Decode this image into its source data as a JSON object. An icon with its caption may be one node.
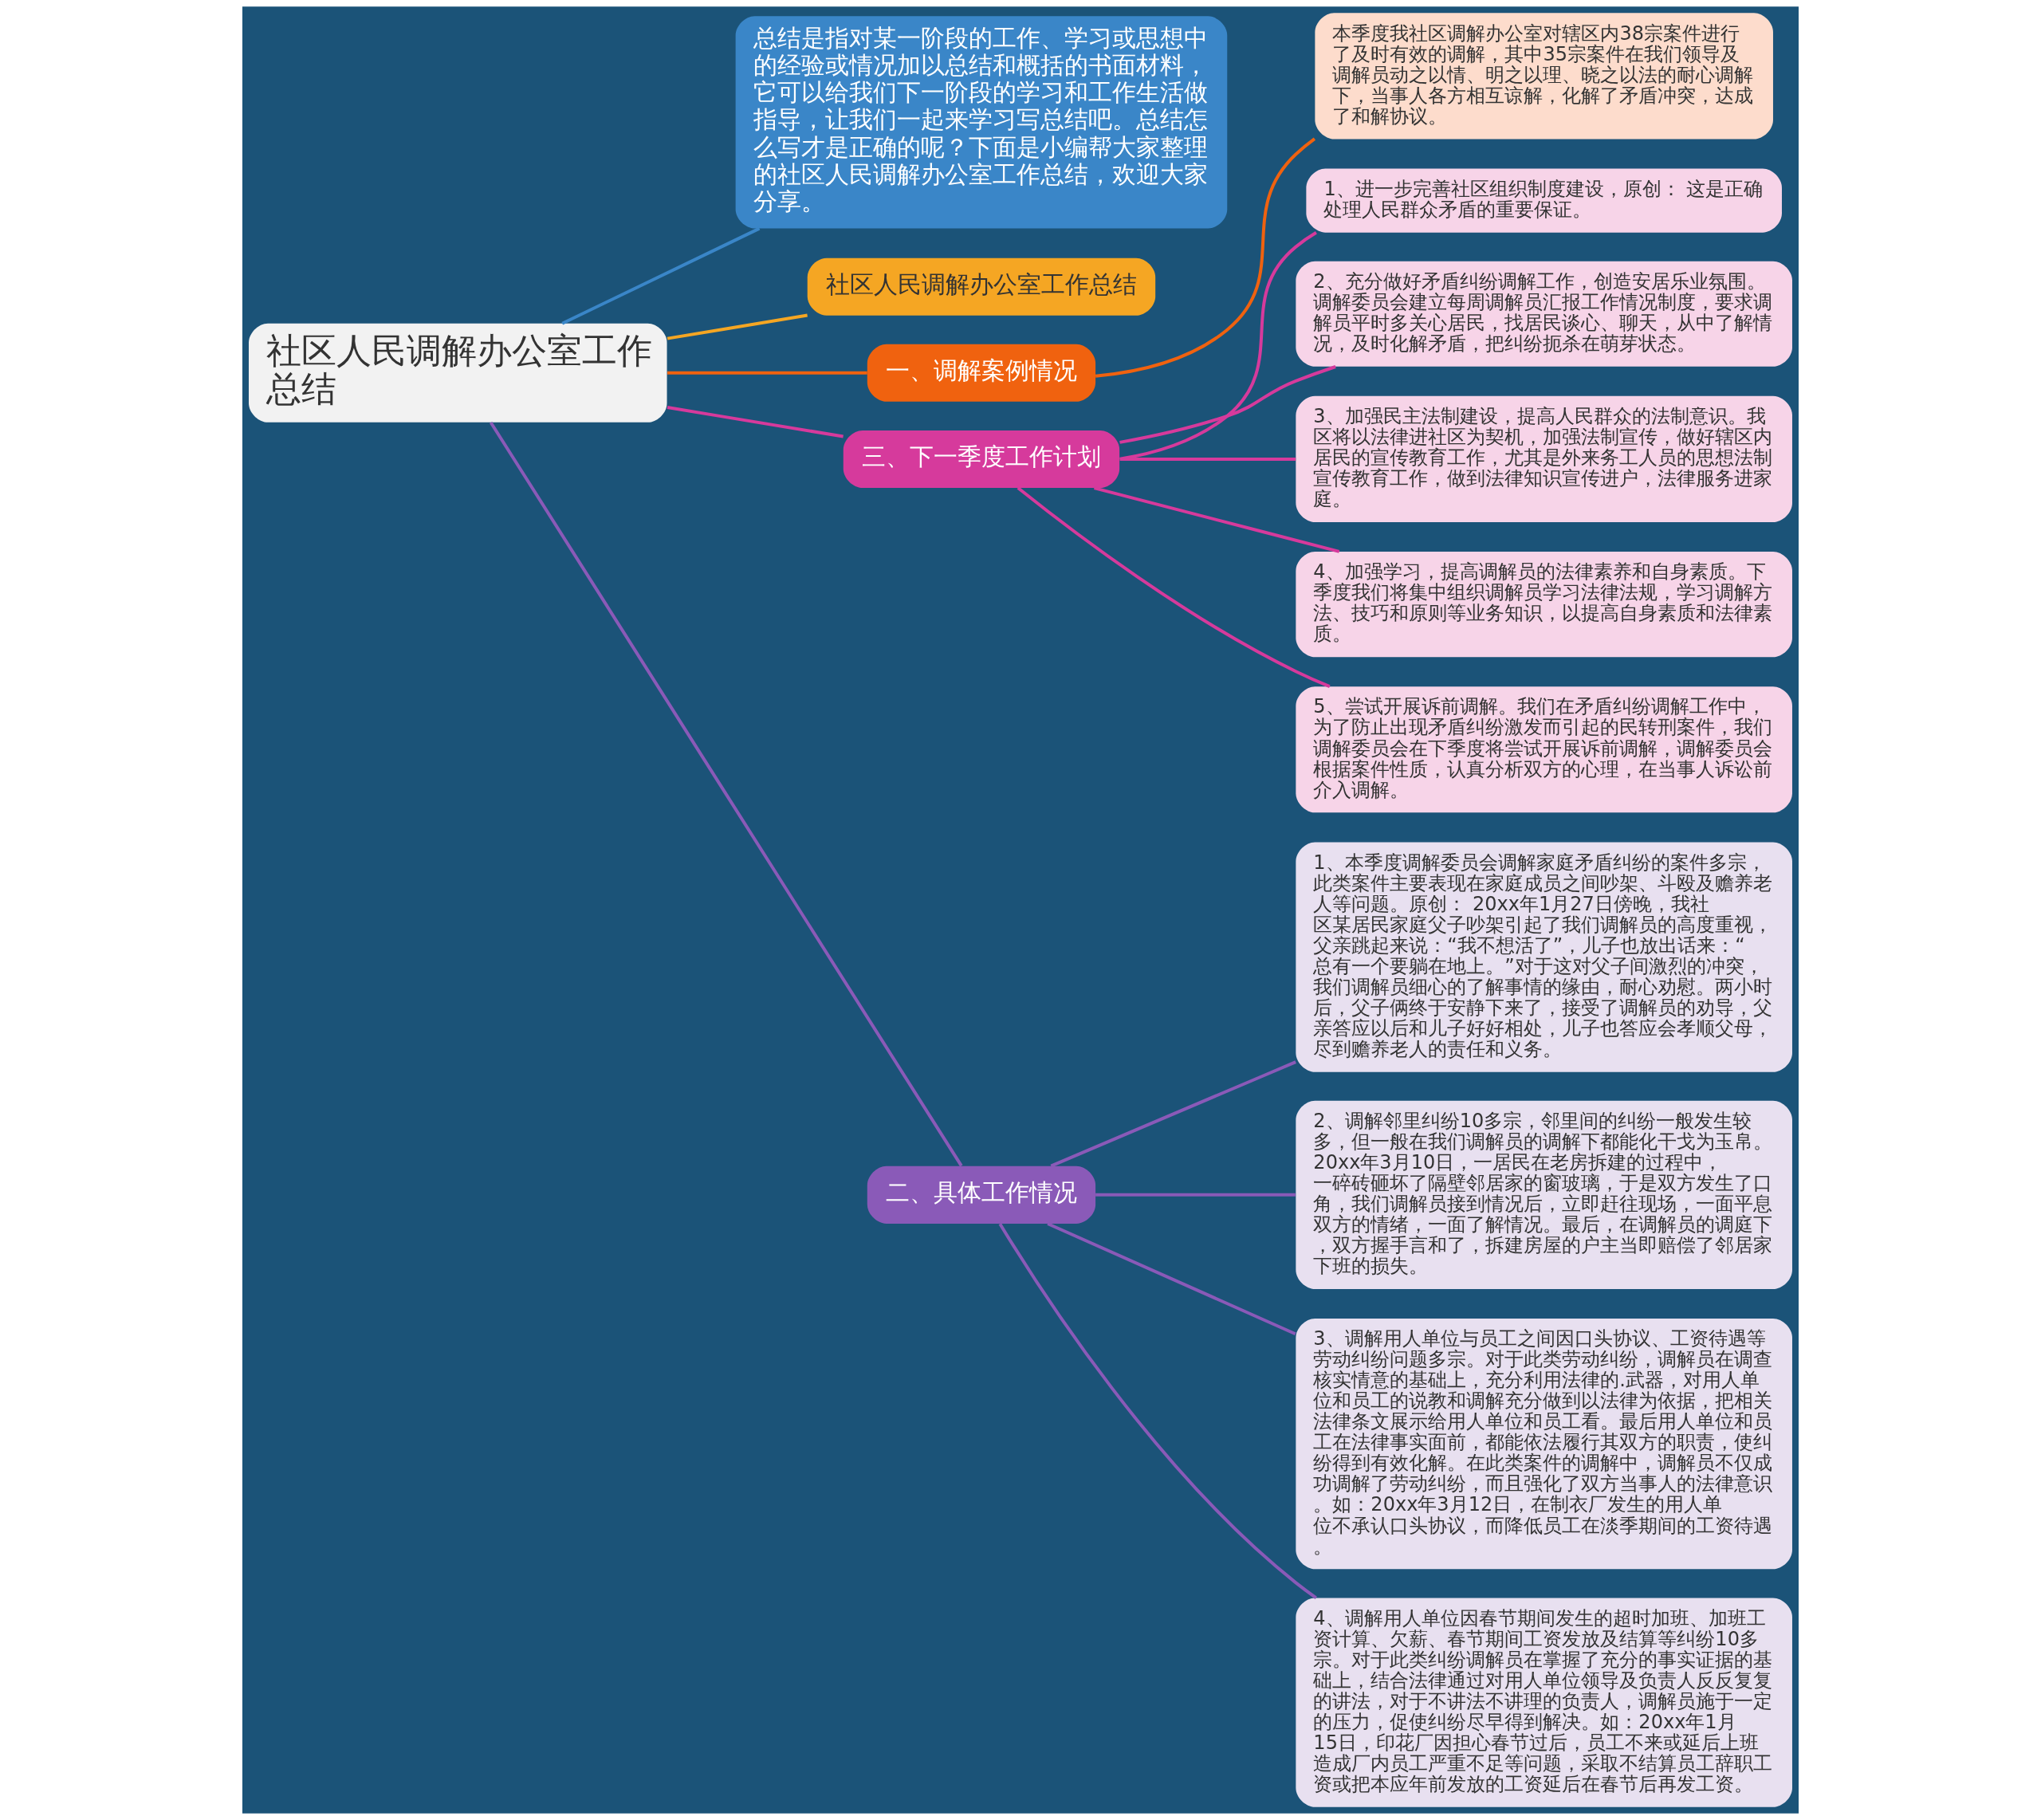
{
  "diagram": {
    "nodes": [
      {
        "text": [
          "社区人民调解办公室工作总结"
        ]
      },
      {
        "text": [
          "总结是指对某一阶段的工作、学习或思想中的经验或情况加以总结和概括的书面材料，它可以给我们下一阶段的学习和工作生活做指导，让我们一起来学习写总结吧。总结怎么写才是正确的呢？下面是小编帮大家整理的社区人民调解办公室工作总结，欢迎大家分享。"
        ]
      },
      {
        "text": [
          "社区人民调解办公室工作总结"
        ]
      },
      {
        "text": [
          "一、调解案例情况"
        ]
      },
      {
        "text": [
          "本季度我社区调解办公室对辖区内38宗案件进行了及时有效的调解，其中35宗案件在我们领导及调解员动之以情、明之以理、晓之以法的耐心调解下，当事人各方相互谅解，化解了矛盾冲突，达成了和解协议。"
        ]
      },
      {
        "text": [
          "三、下一季度工作计划"
        ]
      },
      {
        "text": [
          "1、进一步完善社区组织制度建设，原创： 这是正确处理人民群众矛盾的重要保证。"
        ]
      },
      {
        "text": [
          "2、充分做好矛盾纠纷调解工作，创造安居乐业氛围。调解委员会建立每周调解员汇报工作情况制度，要求调解员平时多关心居民，找居民谈心、聊天，从中了解情况，及时化解矛盾，把纠纷扼杀在萌芽状态。"
        ]
      },
      {
        "text": [
          "3、加强民主法制建设，提高人民群众的法制意识。我区将以法律进社区为契机，加强法制宣传，做好辖区内居民的宣传教育工作，尤其是外来务工人员的思想法制宣传教育工作，做到法律知识宣传进户，法律服务进家庭。"
        ]
      },
      {
        "text": [
          "4、加强学习，提高调解员的法律素养和自身素质。下季度我们将集中组织调解员学习法律法规，学习调解方法、技巧和原则等业务知识，以提高自身素质和法律素质。"
        ]
      },
      {
        "text": [
          "5、尝试开展诉前调解。我们在矛盾纠纷调解工作中，为了防止出现矛盾纠纷激发而引起的民转刑案件，我们调解委员会在下季度将尝试开展诉前调解，调解委员会根据案件性质，认真分析双方的心理，在当事人诉讼前介入调解。"
        ]
      },
      {
        "text": [
          "二、具体工作情况"
        ]
      },
      {
        "text": [
          "1、本季度调解委员会调解家庭矛盾纠纷的案件多宗，此类案件主要表现在家庭成员之间吵架、斗殴及赡养老人等问题。原创： 20xx年1月27日傍晚，我社区某居民家庭父子吵架引起了我们调解员的高度重视，父亲跳起来说：“我不想活了”，儿子也放出话来：“总有一个要躺在地上。”对于这对父子间激烈的冲突，我们调解员细心的了解事情的缘由，耐心劝慰。两小时后，父子俩终于安静下来了，接受了调解员的劝导，父亲答应以后和儿子好好相处，儿子也答应会孝顺父母，尽到赡养老人的责任和义务。"
        ]
      },
      {
        "text": [
          "2、调解邻里纠纷10多宗，邻里间的纠纷一般发生较多，但一般在我们调解员的调解下都能化干戈为玉帛。20xx年3月10日，一居民在老房拆建的过程中，一碎砖砸坏了隔壁邻居家的窗玻璃，于是双方发生了口角，我们调解员接到情况后，立即赶往现场，一面平息双方的情绪，一面了解情况。最后，在调解员的调庭下，双方握手言和了，拆建房屋的户主当即赔偿了邻居家下班的损失。"
        ]
      },
      {
        "text": [
          "3、调解用人单位与员工之间因口头协议、工资待遇等劳动纠纷问题多宗。对于此类劳动纠纷，调解员在调查核实情意的基础上，充分利用法律的.武器，对用人单位和员工的说教和调解充分做到以法律为依据，把相关法律条文展示给用人单位和员工看。最后用人单位和员工在法律事实面前，都能依法履行其双方的职责，使纠纷得到有效化解。在此类案件的调解中，调解员不仅成功调解了劳动纠纷，而且强化了双方当事人的法律意识。如：20xx年3月12日，在制衣厂发生的用人单位不承认口头协议，而降低员工在淡季期间的工资待遇。"
        ]
      },
      {
        "text": [
          "4、调解用人单位因春节期间发生的超时加班、加班工资计算、欠薪、春节期间工资发放及结算等纠纷10多宗。对于此类纠纷调解员在掌握了充分的事实证据的基础上，结合法律通过对用人单位领导及负责人反反复复的讲法，对于不讲法不讲理的负责人，调解员施于一定的压力，促使纠纷尽早得到解决。如：20xx年1月15日，印花厂因担心春节过后，员工不来或延后上班造成厂内员工严重不足等问题，采取不结算员工辞职工资或把本应年前发放的工资延后在春节后再发工资。"
        ]
      }
    ],
    "edges": [
      {
        "from": 0,
        "to": 1,
        "arrow": "none",
        "color": "#3a86c8"
      },
      {
        "from": 0,
        "to": 2,
        "arrow": "none",
        "color": "#f5a623"
      },
      {
        "from": 0,
        "to": 3,
        "arrow": "none",
        "color": "#f0620f"
      },
      {
        "from": 3,
        "to": 4,
        "arrow": "none",
        "color": "#f0620f"
      },
      {
        "from": 0,
        "to": 5,
        "arrow": "none",
        "color": "#d63a9c"
      },
      {
        "from": 5,
        "to": 6,
        "arrow": "none",
        "color": "#d63a9c"
      },
      {
        "from": 5,
        "to": 7,
        "arrow": "none",
        "color": "#d63a9c"
      },
      {
        "from": 5,
        "to": 8,
        "arrow": "none",
        "color": "#d63a9c"
      },
      {
        "from": 5,
        "to": 9,
        "arrow": "none",
        "color": "#d63a9c"
      },
      {
        "from": 5,
        "to": 10,
        "arrow": "none",
        "color": "#d63a9c"
      },
      {
        "from": 0,
        "to": 11,
        "arrow": "none",
        "color": "#8a5ab8"
      },
      {
        "from": 11,
        "to": 12,
        "arrow": "none",
        "color": "#8a5ab8"
      },
      {
        "from": 11,
        "to": 13,
        "arrow": "none",
        "color": "#8a5ab8"
      },
      {
        "from": 11,
        "to": 14,
        "arrow": "none",
        "color": "#8a5ab8"
      },
      {
        "from": 11,
        "to": 15,
        "arrow": "none",
        "color": "#8a5ab8"
      }
    ]
  }
}
